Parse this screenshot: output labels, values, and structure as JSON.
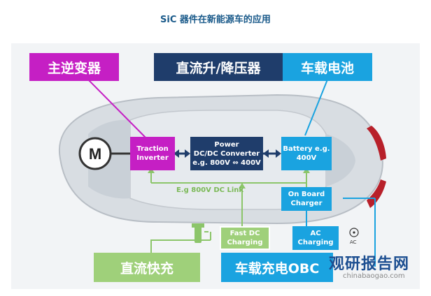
{
  "title": "SiC 器件在新能源车的应用",
  "headers": {
    "inverter": "主逆变器",
    "converter": "直流升/降压器",
    "battery": "车载电池"
  },
  "blocks": {
    "motor": "M",
    "traction": "Traction\nInverter",
    "dcdc": "Power\nDC/DC Converter\ne.g. 800V ⇔ 400V",
    "battery": "Battery e.g.\n400V",
    "obc": "On Board\nCharger",
    "fast_dc": "Fast DC\nCharging",
    "ac": "AC\nCharging",
    "dc_link": "E.g 800V DC Link",
    "ac_symbol_label": "AC"
  },
  "bottom_labels": {
    "dc_fast": "直流快充",
    "obc": "车载充电OBC"
  },
  "watermark": {
    "cn": "观研报告网",
    "en": "chinabaogao.com"
  },
  "colors": {
    "magenta": "#c51fc4",
    "navy": "#1f3d6b",
    "sky": "#1aa3e0",
    "green": "#9fd07a",
    "green_line": "#8cc56a"
  }
}
